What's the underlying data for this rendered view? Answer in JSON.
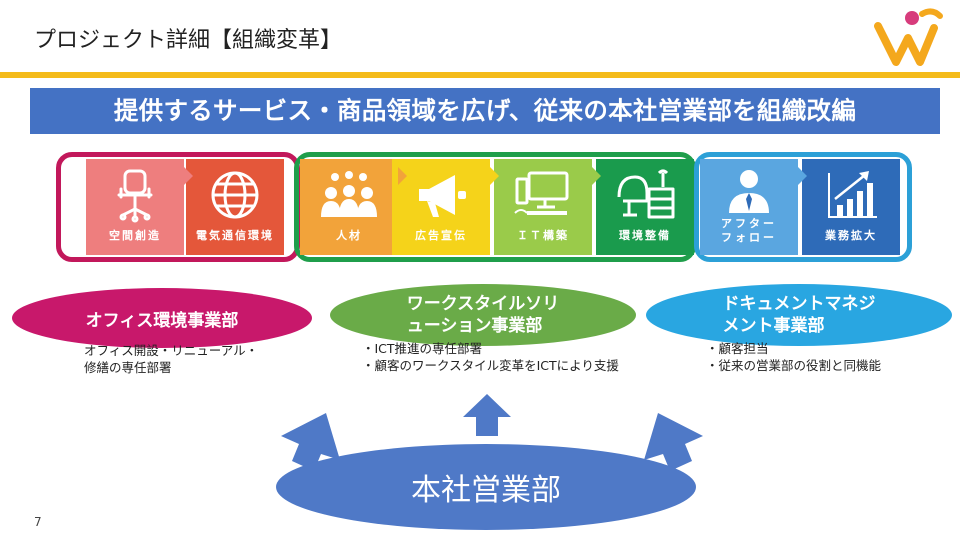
{
  "title": "プロジェクト詳細【組織変革】",
  "banner": "提供するサービス・商品領域を広げ、従来の本社営業部を組織改編",
  "tiles": [
    {
      "label": "空間創造",
      "icon": "office-chair-icon",
      "color": "#ee7e7e"
    },
    {
      "label": "電気通信環境",
      "icon": "globe-icon",
      "color": "#e4573a"
    },
    {
      "label": "人材",
      "icon": "people-group-icon",
      "color": "#f2a33a"
    },
    {
      "label": "広告宣伝",
      "icon": "megaphone-icon",
      "color": "#f5d31a"
    },
    {
      "label": "ＩＴ構築",
      "icon": "computer-icon",
      "color": "#9acb4a"
    },
    {
      "label": "環境整備",
      "icon": "desk-icon",
      "color": "#1a9b4d"
    },
    {
      "label": "アフター\nフォロー",
      "icon": "businessman-icon",
      "color": "#5aa6e0"
    },
    {
      "label": "業務拡大",
      "icon": "growth-chart-icon",
      "color": "#2e6bb8"
    }
  ],
  "divisions": [
    {
      "name": "オフィス環境事業部",
      "notes": [
        "オフィス開設・リニューアル・",
        "修繕の専任部署"
      ]
    },
    {
      "name": "ワークスタイルソリ\nューション事業部",
      "notes": [
        "・ICT推進の専任部署",
        "・顧客のワークスタイル変革をICTにより支援"
      ]
    },
    {
      "name": "ドキュメントマネジ\nメント事業部",
      "notes": [
        "・顧客担当",
        "・従来の営業部の役割と同機能"
      ]
    }
  ],
  "headquarters": "本社営業部",
  "page_number": "7",
  "colors": {
    "accent_rule": "#f4bb1a",
    "banner": "#4472c4",
    "logo_w": "#f4a81d",
    "logo_dot": "#d73c7c"
  }
}
